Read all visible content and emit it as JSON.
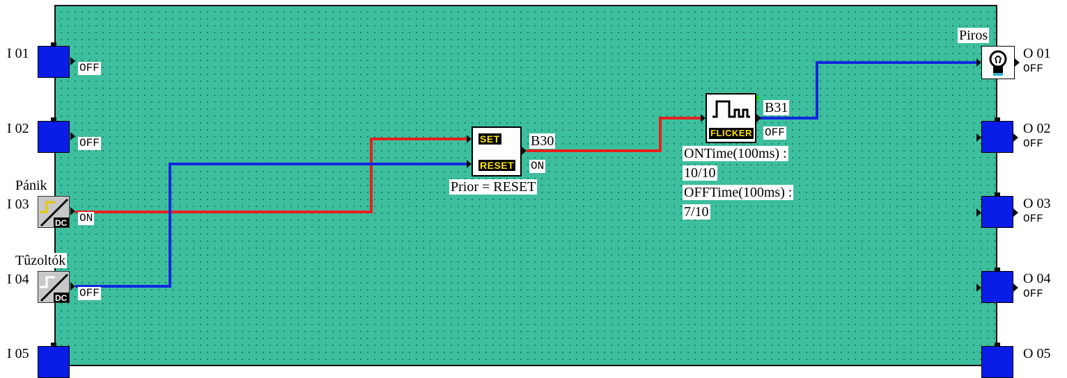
{
  "inputs": [
    {
      "id": "I 01",
      "state": "OFF",
      "name": ""
    },
    {
      "id": "I 02",
      "state": "OFF",
      "name": ""
    },
    {
      "id": "I 03",
      "state": "ON",
      "name": "Pánik"
    },
    {
      "id": "I 04",
      "state": "OFF",
      "name": "Tûzoltók"
    },
    {
      "id": "I 05",
      "state": "",
      "name": ""
    }
  ],
  "outputs": [
    {
      "id": "O 01",
      "state": "OFF",
      "name": "Piros"
    },
    {
      "id": "O 02",
      "state": "OFF",
      "name": ""
    },
    {
      "id": "O 03",
      "state": "OFF",
      "name": ""
    },
    {
      "id": "O 04",
      "state": "OFF",
      "name": ""
    },
    {
      "id": "O 05",
      "state": "",
      "name": ""
    }
  ],
  "blocks": {
    "b30": {
      "id": "B30",
      "state": "ON",
      "set_tag": "SET",
      "reset_tag": "RESET",
      "note": "Prior = RESET"
    },
    "b31": {
      "id": "B31",
      "state": "OFF",
      "tag": "FLICKER",
      "on_time_label": "ONTime(100ms) :",
      "on_time_value": "10/10",
      "off_time_label": "OFFTime(100ms) :",
      "off_time_value": "7/10"
    }
  },
  "colors": {
    "canvas": "#3dbf9e",
    "wire_active": "#e8201e",
    "wire_inactive": "#1228e0",
    "io_block": "#0a1de6"
  },
  "icons": {
    "input_switch": "dc-switch-icon",
    "output_lamp": "light-bulb-icon",
    "flicker": "flicker-waveform-icon"
  }
}
